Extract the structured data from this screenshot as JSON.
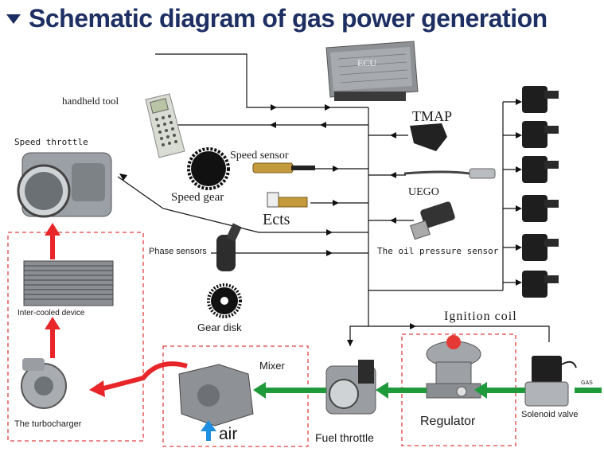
{
  "title": "Schematic diagram of gas power generation",
  "labels": {
    "ecu": "ECU",
    "handheld_tool": "handheld tool",
    "speed_throttle": "Speed throttle",
    "speed_sensor": "Speed sensor",
    "speed_gear": "Speed gear",
    "tmap": "TMAP",
    "uego": "UEGO",
    "ects": "Ects",
    "oil_pressure_sensor": "The oil pressure sensor",
    "phase_sensors": "Phase sensors",
    "gear_disk": "Gear disk",
    "inter_cooled_device": "Inter-cooled device",
    "ignition_coil": "Ignition coil",
    "mixer": "Mixer",
    "turbocharger": "The turbocharger",
    "air": "air",
    "fuel_throttle": "Fuel throttle",
    "regulator": "Regulator",
    "solenoid_valve": "Solenoid valve",
    "gas": "GAS"
  },
  "colors": {
    "title": "#1d2f63",
    "red_arrow": "#e8262a",
    "green_arrow": "#1f9a3a",
    "blue_arrow": "#1e8fe0",
    "dashed_box": "#e04040",
    "wire": "#111111"
  }
}
